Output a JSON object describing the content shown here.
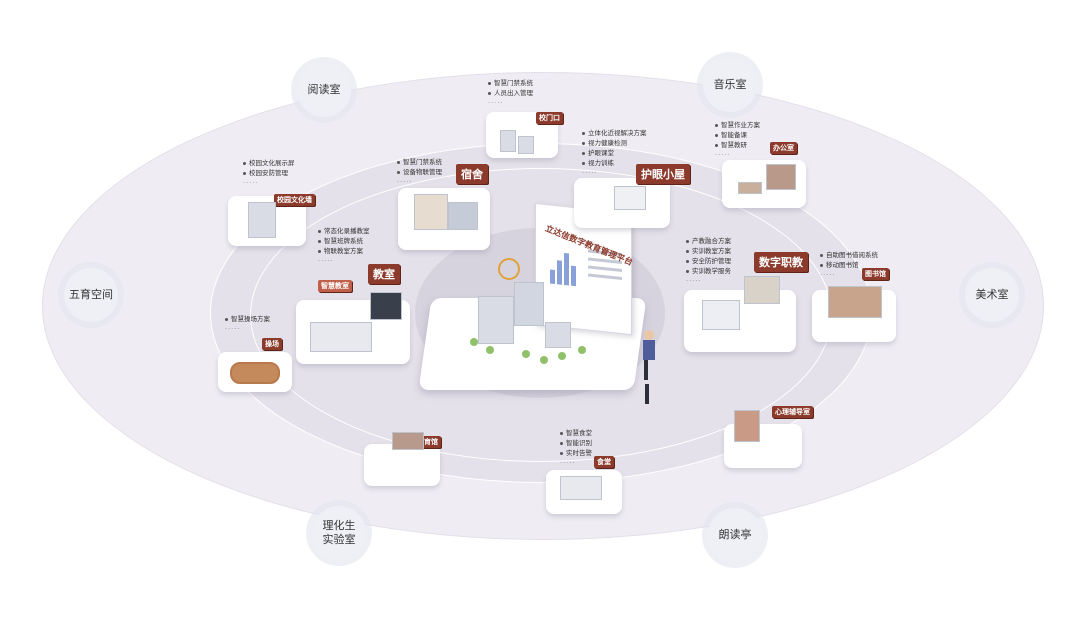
{
  "center": {
    "platform_title": "立达信数字教育管理平台"
  },
  "outer_labels": [
    {
      "id": "reading-room",
      "text": "阅读室"
    },
    {
      "id": "music-room",
      "text": "音乐室"
    },
    {
      "id": "five-edu",
      "text": "五育空间"
    },
    {
      "id": "art-room",
      "text": "美术室"
    },
    {
      "id": "lab",
      "line1": "理化生",
      "line2": "实验室"
    },
    {
      "id": "pavilion",
      "text": "朗读亭"
    }
  ],
  "tiles": {
    "gate": {
      "sign": "校门口",
      "bullets": [
        "智慧门禁系统",
        "人员出入管理"
      ]
    },
    "eye": {
      "sign": "护眼小屋",
      "bullets": [
        "立体化近视解决方案",
        "视力健康检测",
        "护眼课堂",
        "视力训练"
      ]
    },
    "office": {
      "sign": "办公室",
      "bullets": [
        "智慧作业方案",
        "智能备课",
        "智慧教研"
      ]
    },
    "campus": {
      "sign": "校园文化墙",
      "bullets": [
        "校园文化展示屏",
        "校园安防管理"
      ]
    },
    "dorm": {
      "sign": "宿舍",
      "bullets": [
        "智慧门禁系统",
        "设备物联管理"
      ]
    },
    "classroom": {
      "sign": "教室",
      "screen": "智慧教室",
      "bullets": [
        "常态化录播教室",
        "智慧班牌系统",
        "物联教室方案"
      ]
    },
    "vocational": {
      "sign": "数字职教",
      "bullets": [
        "产教融合方案",
        "实训教室方案",
        "安全防护管理",
        "实训教学服务"
      ]
    },
    "library": {
      "sign": "图书馆",
      "bullets": [
        "自助图书借阅系统",
        "移动图书馆"
      ]
    },
    "playground": {
      "sign": "操场",
      "bullets": [
        "智慧操场方案"
      ]
    },
    "gym": {
      "sign": "体育馆"
    },
    "canteen": {
      "sign": "食堂",
      "bullets": [
        "智慧食堂",
        "智能识别",
        "实时告警"
      ]
    },
    "psych": {
      "sign": "心理辅导室"
    }
  },
  "colors": {
    "sign": "#8b3a2b",
    "ring_outer": "#efedf3",
    "ring_mid": "#e4e1ea",
    "tree": "#8fc06a"
  }
}
